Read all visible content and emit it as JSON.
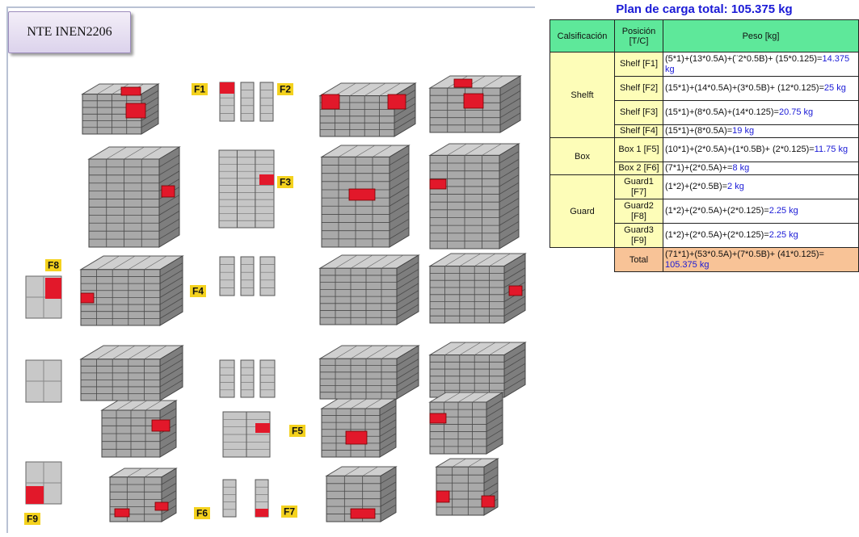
{
  "norm_label": "NTE INEN2206",
  "figure_labels": {
    "f1": "F1",
    "f2": "F2",
    "f3": "F3",
    "f4": "F4",
    "f5": "F5",
    "f6": "F6",
    "f7": "F7",
    "f8": "F8",
    "f9": "F9"
  },
  "colors": {
    "label_yellow": "#f4d21e",
    "highlight_red": "#e2182a",
    "box_gray": "#9a9a9a",
    "header_green": "#5ee89a",
    "cell_yellow": "#fdfdb8",
    "total_orange": "#f8c397",
    "title_blue": "#1a1ad6"
  },
  "table": {
    "title": "Plan de carga total: 105.375 kg",
    "headers": {
      "classification": "Calsificación",
      "position": "Posición [T/C]",
      "weight": "Peso [kg]"
    },
    "groups": [
      {
        "name": "Shelft",
        "rows": [
          {
            "position": "Shelf [F1]",
            "formula": "(5*1)+(13*0.5A)+(¨2*0.5B)+ (15*0.125)=",
            "value": "14.375 kg"
          },
          {
            "position": "Shelf [F2]",
            "formula": "(15*1)+(14*0.5A)+(3*0.5B)+ (12*0.125)=",
            "value": "25 kg"
          },
          {
            "position": "Shelf [F3]",
            "formula": "(15*1)+(8*0.5A)+(14*0.125)=",
            "value": "20.75 kg"
          },
          {
            "position": "Shelf [F4]",
            "formula": "(15*1)+(8*0.5A)=",
            "value": "19 kg"
          }
        ]
      },
      {
        "name": "Box",
        "rows": [
          {
            "position": "Box 1 [F5]",
            "formula": "(10*1)+(2*0.5A)+(1*0.5B)+ (2*0.125)=",
            "value": "11.75 kg"
          },
          {
            "position": "Box 2 [F6]",
            "formula": "(7*1)+(2*0.5A)+=",
            "value": "8 kg"
          }
        ]
      },
      {
        "name": "Guard",
        "rows": [
          {
            "position": "Guard1 [F7]",
            "formula": "(1*2)+(2*0.5B)=",
            "value": "2 kg"
          },
          {
            "position": "Guard2 [F8]",
            "formula": "(1*2)+(2*0.5A)+(2*0.125)=",
            "value": "2.25 kg"
          },
          {
            "position": "Guard3 [F9]",
            "formula": "(1*2)+(2*0.5A)+(2*0.125)=",
            "value": "2.25 kg"
          }
        ]
      }
    ],
    "total": {
      "label": "Total",
      "formula": "(71*1)+(53*0.5A)+(7*0.5B)+ (41*0.125)=",
      "value": "105.375 kg"
    }
  }
}
